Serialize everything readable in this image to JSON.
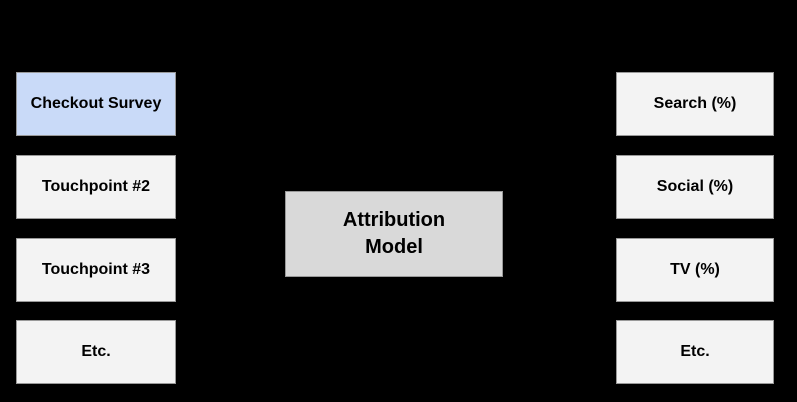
{
  "diagram": {
    "inputs": [
      {
        "label": "Checkout Survey",
        "color": "#c9daf8"
      },
      {
        "label": "Touchpoint #2",
        "color": "#f3f3f3"
      },
      {
        "label": "Touchpoint #3",
        "color": "#f3f3f3"
      },
      {
        "label": "Etc.",
        "color": "#f3f3f3"
      }
    ],
    "model": {
      "label": "Attribution Model",
      "color": "#d9d9d9"
    },
    "outputs": [
      {
        "label": "Search (%)",
        "color": "#f3f3f3"
      },
      {
        "label": "Social (%)",
        "color": "#f3f3f3"
      },
      {
        "label": "TV (%)",
        "color": "#f3f3f3"
      },
      {
        "label": "Etc.",
        "color": "#f3f3f3"
      }
    ],
    "background": "#000000"
  }
}
